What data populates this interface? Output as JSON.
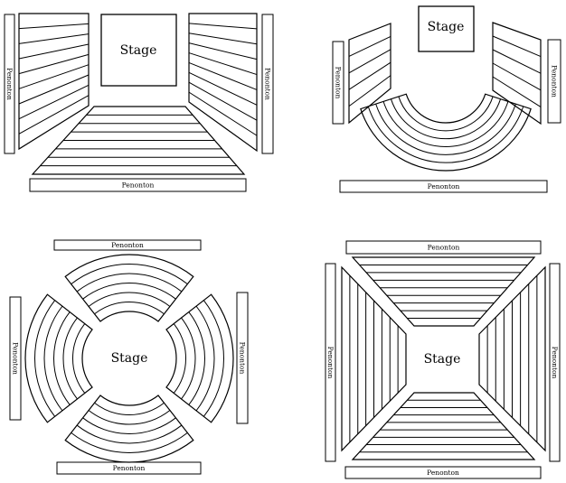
{
  "labels": {
    "stage": "Stage",
    "audience_bottom": "Penonton",
    "audience_top": "Penonton",
    "audience_left": "Penonton",
    "audience_right": "Penonton"
  },
  "colors": {
    "stroke": "#000000",
    "background": "#ffffff"
  },
  "diagrams": [
    {
      "id": "thrust-straight",
      "stage_label": "Stage",
      "audience_labels": [
        "Penonton",
        "Penonton",
        "Penonton"
      ]
    },
    {
      "id": "thrust-curved",
      "stage_label": "Stage",
      "audience_labels": [
        "Penonton",
        "Penonton",
        "Penonton"
      ]
    },
    {
      "id": "arena-curved",
      "stage_label": "Stage",
      "audience_labels": [
        "Penonton",
        "Penonton",
        "Penonton",
        "Penonton"
      ]
    },
    {
      "id": "arena-straight",
      "stage_label": "Stage",
      "audience_labels": [
        "Penonton",
        "Penonton",
        "Penonton",
        "Penonton"
      ]
    }
  ]
}
